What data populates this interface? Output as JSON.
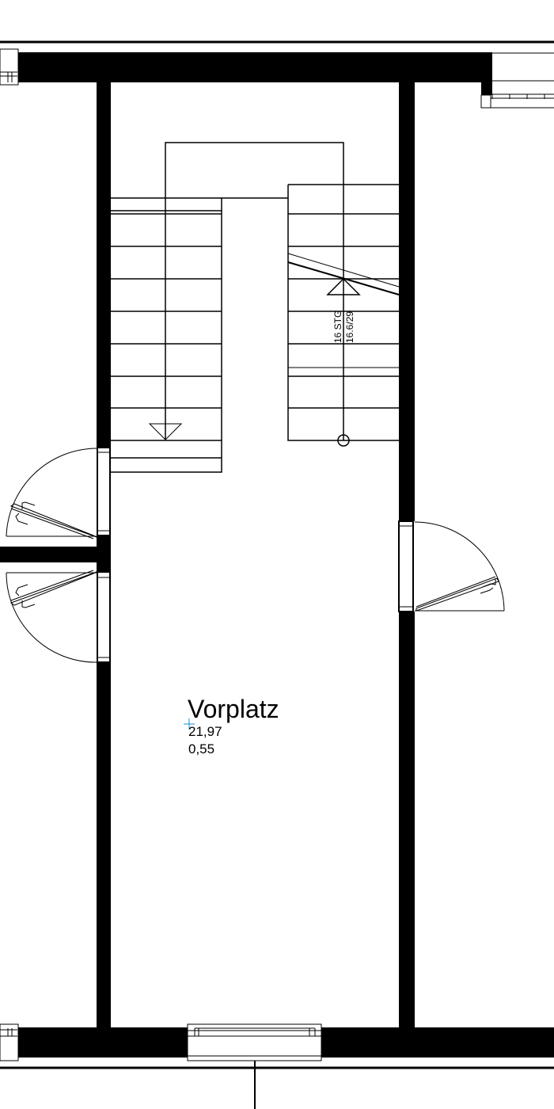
{
  "drawing": {
    "type": "architectural-floor-plan",
    "colors": {
      "wall": "#000000",
      "line": "#000000",
      "background": "#ffffff",
      "insertion_marker": "#1a8fd6"
    }
  },
  "room": {
    "name": "Vorplatz",
    "area": "21,97",
    "height_value": "0,55"
  },
  "stair": {
    "steps_label": "16 STG",
    "ratio_label": "16.6/29",
    "direction_up_symbol": "triangle-up",
    "direction_down_symbol": "triangle-down"
  },
  "doors": [
    {
      "id": "door-left-upper",
      "side": "left",
      "swing": "outward"
    },
    {
      "id": "door-left-lower",
      "side": "left",
      "swing": "outward"
    },
    {
      "id": "door-right",
      "side": "right",
      "swing": "outward"
    }
  ],
  "windows": [
    {
      "id": "window-bottom-center",
      "position": "bottom"
    },
    {
      "id": "window-top-right",
      "position": "top-right"
    },
    {
      "id": "window-top-left",
      "position": "top-left"
    },
    {
      "id": "window-bottom-left",
      "position": "bottom-left"
    }
  ]
}
